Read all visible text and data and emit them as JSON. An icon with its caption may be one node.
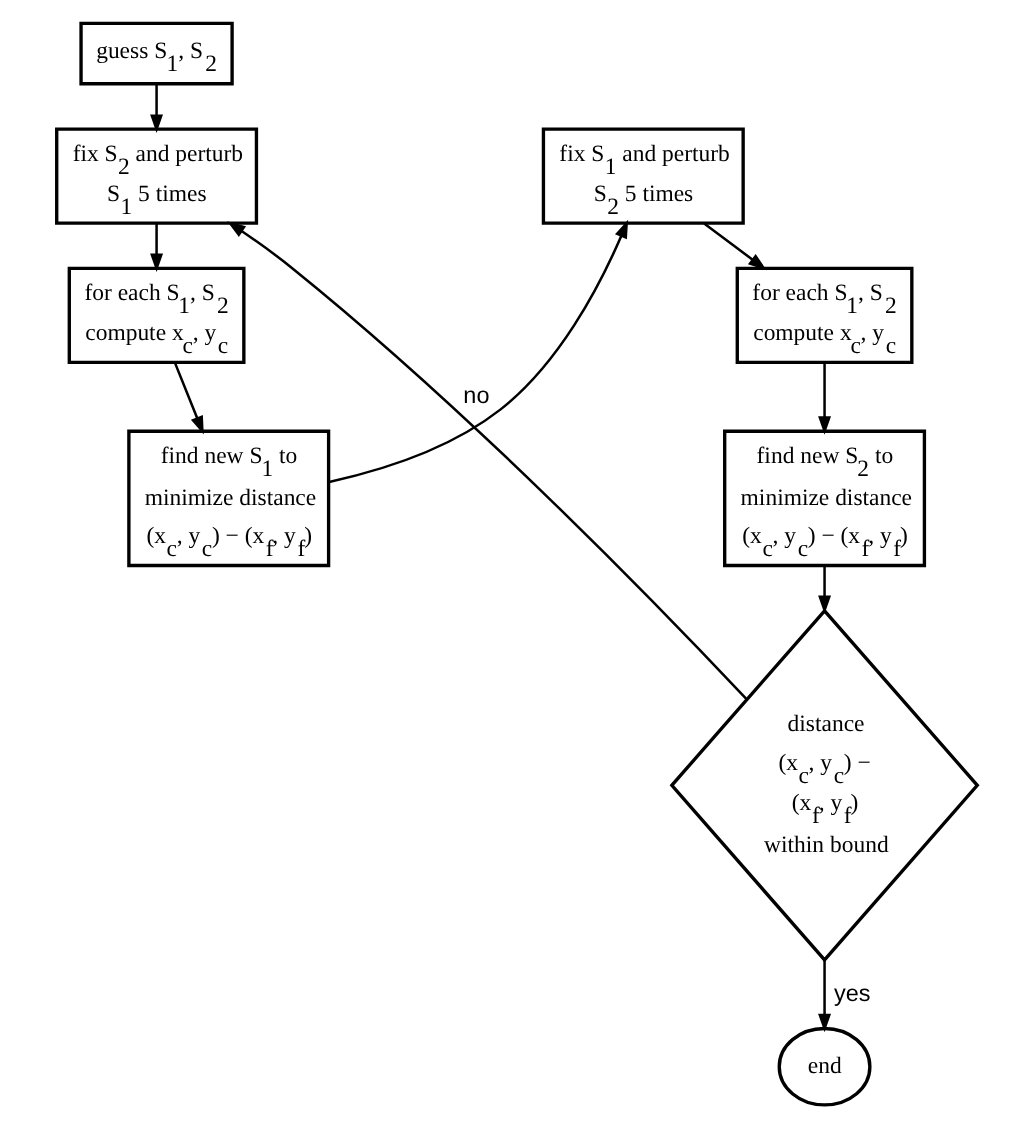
{
  "diagram": {
    "nodes": [
      {
        "text": [
          "guess S$_{1}$, S$_{2}$"
        ]
      },
      {
        "text": [
          "fix S$_{2}$ and perturb S$_{1}$ 5 times"
        ]
      },
      {
        "text": [
          "for each S$_{1}$, S$_{2}$ compute x$_{c}$, y$_{c}$"
        ]
      },
      {
        "text": [
          "find new S$_{1}$ to minimize distance (x$_{c}$, y$_{c}$) − (x$_{f}$, y$_{f}$)"
        ]
      },
      {
        "text": [
          "fix S$_{1}$ and perturb S$_{2}$ 5 times"
        ]
      },
      {
        "text": [
          "for each S$_{1}$, S$_{2}$ compute x$_{c}$, y$_{c}$"
        ]
      },
      {
        "text": [
          "find new S$_{2}$ to minimize distance (x$_{c}$, y$_{c}$) − (x$_{f}$, y$_{f}$)"
        ]
      },
      {
        "text": [
          "distance (x$_{c}$, y$_{c}$) − (x$_{f}$, y$_{f}$) within bound"
        ]
      },
      {
        "text": [
          "end"
        ]
      }
    ],
    "edges": [
      {
        "from": 0,
        "to": 1,
        "arrow": "to"
      },
      {
        "from": 1,
        "to": 2,
        "arrow": "to"
      },
      {
        "from": 2,
        "to": 3,
        "arrow": "to"
      },
      {
        "from": 3,
        "to": 4,
        "arrow": "to"
      },
      {
        "from": 4,
        "to": 5,
        "arrow": "to"
      },
      {
        "from": 5,
        "to": 6,
        "arrow": "to"
      },
      {
        "from": 6,
        "to": 7,
        "arrow": "to"
      },
      {
        "from": 7,
        "to": 1,
        "arrow": "to",
        "label": "no"
      },
      {
        "from": 7,
        "to": 8,
        "arrow": "to",
        "label": "yes"
      }
    ]
  }
}
